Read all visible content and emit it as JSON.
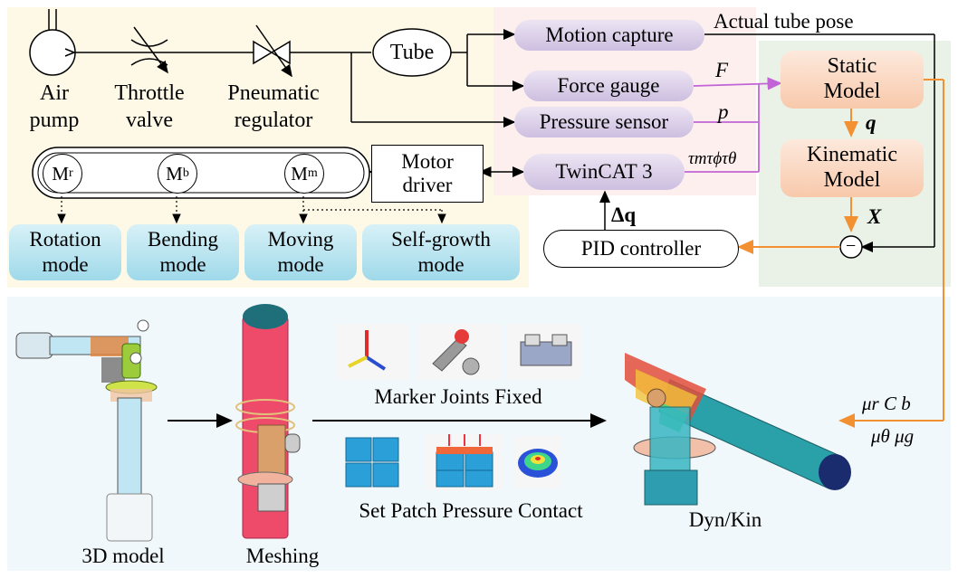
{
  "hardware": {
    "air_pump": "Air\npump",
    "throttle_valve": "Throttle\nvalve",
    "pneumatic_regulator": "Pneumatic\nregulator",
    "tube": "Tube",
    "motion_capture": "Motion capture",
    "force_gauge": "Force gauge",
    "pressure_sensor": "Pressure sensor",
    "twincat": "TwinCAT 3",
    "motor_driver": "Motor\ndriver",
    "pid_controller": "PID controller",
    "actual_tube_pose": "Actual tube pose"
  },
  "motors": [
    {
      "base": "M",
      "sub": "r"
    },
    {
      "base": "M",
      "sub": "b"
    },
    {
      "base": "M",
      "sub": "m"
    }
  ],
  "modes": [
    {
      "line1": "Rotation",
      "line2": "mode"
    },
    {
      "line1": "Bending",
      "line2": "mode"
    },
    {
      "line1": "Moving",
      "line2": "mode"
    },
    {
      "line1": "Self-growth",
      "line2": "mode"
    }
  ],
  "signals": {
    "force": "F",
    "pressure": "p",
    "torques": "τmτϕτθ",
    "delta_q": "Δq",
    "q": "q",
    "x": "X",
    "minus": "−"
  },
  "models": {
    "static": "Static\nModel",
    "kinematic": "Kinematic\nModel"
  },
  "params": {
    "line1": "μr  C  b",
    "line2": "μθ μg"
  },
  "simulation": {
    "model_3d": "3D model",
    "meshing": "Meshing",
    "marker_joints_fixed": "Marker Joints Fixed",
    "set_patch_pressure_contact": "Set Patch Pressure Contact",
    "dyn_kin": "Dyn/Kin"
  },
  "colors": {
    "hw_panel": "#fdf9e6",
    "sensor_panel": "#fcefee",
    "model_panel": "#eaf1e6",
    "sim_panel": "#f1f8fb",
    "orange_arrow": "#f39132",
    "violet_signal": "#c264d6",
    "lavender_box": "#d9cde8",
    "peach_box": "#f9d2b6",
    "mode_box": "#b4e3f0"
  }
}
